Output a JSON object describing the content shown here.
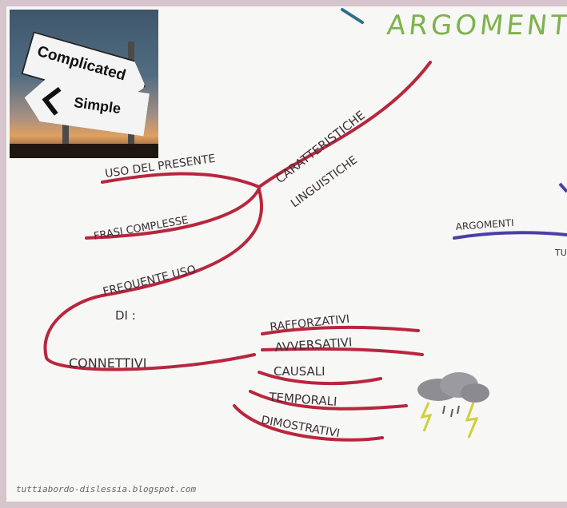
{
  "title": "ARGOMENTA",
  "photo": {
    "sign_top": "Complicated",
    "sign_bottom": "Simple"
  },
  "map": {
    "center": [
      "CARATTERISTICHE",
      "LINGUISTICHE"
    ],
    "branches": [
      "USO DEL PRESENTE",
      "FRASI COMPLESSE",
      "FREQUENTE USO",
      "DI :"
    ],
    "connectives_label": "CONNETTIVI",
    "connectives": [
      "RAFFORZATIVI",
      "AVVERSATIVI",
      "CAUSALI",
      "TEMPORALI",
      "DIMOSTRATIVI"
    ],
    "right_branch": "ARGOMENTI",
    "right_partial": "TU"
  },
  "watermark": "tuttiabordo-dislessia.blogspot.com",
  "colors": {
    "red_line": "#b8263e",
    "blue_line": "#4a3fa8",
    "title": "#7db24d"
  }
}
